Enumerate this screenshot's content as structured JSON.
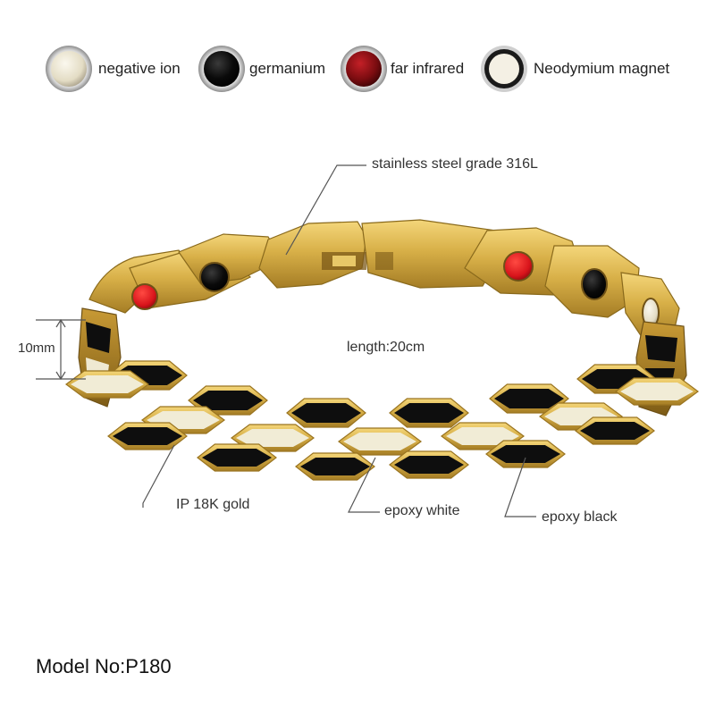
{
  "legend": [
    {
      "label": "negative ion",
      "icon": "white-stone-icon",
      "color": "#e9e3cf"
    },
    {
      "label": "germanium",
      "icon": "black-stone-icon",
      "color": "#0d0d0d"
    },
    {
      "label": "far infrared",
      "icon": "red-stone-icon",
      "color": "#8e1114"
    },
    {
      "label": "Neodymium magnet",
      "icon": "magnet-ring-icon",
      "color": "#f4f0e4"
    }
  ],
  "callouts": {
    "steel": "stainless steel grade 316L",
    "length": "length:20cm",
    "width": "10mm",
    "gold": "IP 18K gold",
    "epoxy_white": "epoxy white",
    "epoxy_black": "epoxy black"
  },
  "model": "Model No:P180",
  "colors": {
    "gold": "#d8b048",
    "gold_dark": "#9a7420",
    "epoxy_black": "#0e0e0e",
    "epoxy_white": "#f1ecd6",
    "stone_red": "#d8141b"
  }
}
